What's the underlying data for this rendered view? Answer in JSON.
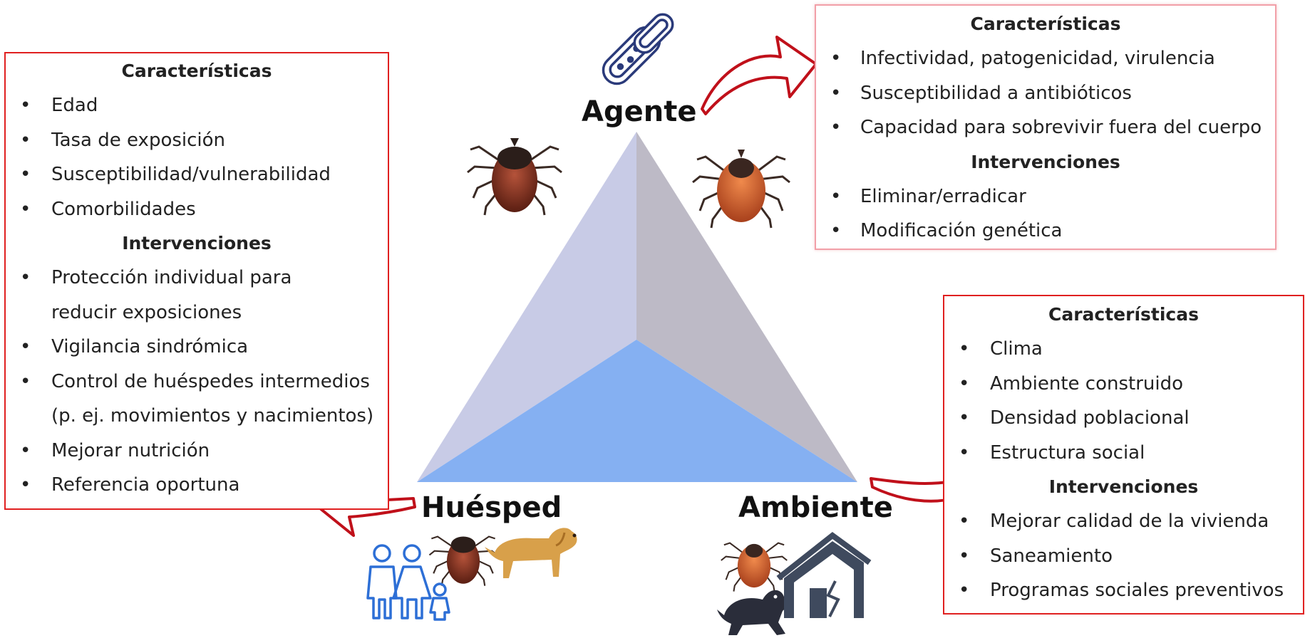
{
  "vertices": {
    "agente": "Agente",
    "huesped": "Huésped",
    "ambiente": "Ambiente"
  },
  "colors": {
    "box_border": "#e02020",
    "arrow": "#c0101a",
    "face_left": "#c8cbe6",
    "face_right": "#bdbac6",
    "face_bottom": "#85b0f2",
    "family": "#2d6fd6",
    "germ": "#2a3a7a"
  },
  "icons": [
    "bacteria-icon",
    "tick-icon",
    "family-icon",
    "dog-icon",
    "house-crack-icon"
  ],
  "huesped_box": {
    "caracteristicas_title": "Características",
    "caracteristicas": [
      "Edad",
      "Tasa de exposición",
      "Susceptibilidad/vulnerabilidad",
      "Comorbilidades"
    ],
    "intervenciones_title": "Intervenciones",
    "intervenciones": [
      [
        "Protección individual para",
        "reducir exposiciones"
      ],
      [
        "Vigilancia sindrómica"
      ],
      [
        "Control de huéspedes intermedios",
        "(p. ej. movimientos y nacimientos)"
      ],
      [
        "Mejorar nutrición"
      ],
      [
        "Referencia oportuna"
      ]
    ]
  },
  "agente_box": {
    "caracteristicas_title": "Características",
    "caracteristicas": [
      "Infectividad, patogenicidad, virulencia",
      "Susceptibilidad a antibióticos",
      "Capacidad para sobrevivir fuera del cuerpo"
    ],
    "intervenciones_title": "Intervenciones",
    "intervenciones": [
      "Eliminar/erradicar",
      "Modificación genética"
    ]
  },
  "ambiente_box": {
    "caracteristicas_title": "Características",
    "caracteristicas": [
      "Clima",
      "Ambiente construido",
      "Densidad poblacional",
      "Estructura social"
    ],
    "intervenciones_title": "Intervenciones",
    "intervenciones": [
      "Mejorar calidad de la vivienda",
      "Saneamiento",
      "Programas sociales preventivos"
    ]
  }
}
